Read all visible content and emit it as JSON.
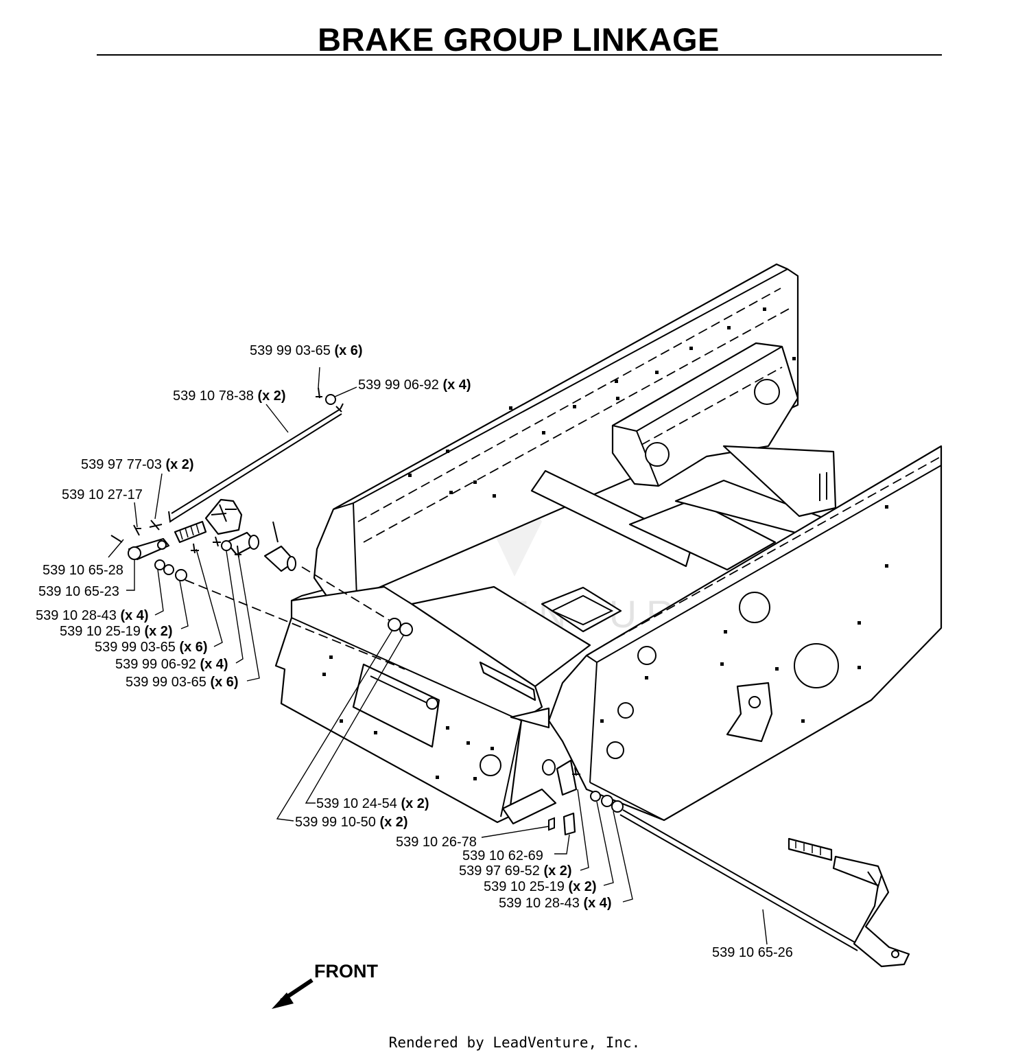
{
  "title": "BRAKE GROUP LINKAGE",
  "watermark": "LEADVENTURE",
  "front_label": "FRONT",
  "footer": "Rendered by LeadVenture, Inc.",
  "icons": {
    "front_arrow": "arrow-down-left-icon",
    "watermark_logo": "leadventure-logo-icon"
  },
  "callouts": [
    {
      "part": "539 99 03-65",
      "qty": "(x 6)"
    },
    {
      "part": "539 99 06-92",
      "qty": "(x 4)"
    },
    {
      "part": "539 10 78-38",
      "qty": "(x 2)"
    },
    {
      "part": "539 97 77-03",
      "qty": "(x 2)"
    },
    {
      "part": "539 10 27-17",
      "qty": ""
    },
    {
      "part": "539 10 65-28",
      "qty": ""
    },
    {
      "part": "539 10 65-23",
      "qty": ""
    },
    {
      "part": "539 10 28-43",
      "qty": "(x 4)"
    },
    {
      "part": "539 10 25-19",
      "qty": "(x 2)"
    },
    {
      "part": "539 99 03-65",
      "qty": "(x 6)"
    },
    {
      "part": "539 99 06-92",
      "qty": "(x 4)"
    },
    {
      "part": "539 99 03-65",
      "qty": "(x 6)"
    },
    {
      "part": "539 10 24-54",
      "qty": "(x 2)"
    },
    {
      "part": "539 99 10-50",
      "qty": "(x 2)"
    },
    {
      "part": "539 10 26-78",
      "qty": ""
    },
    {
      "part": "539 10 62-69",
      "qty": ""
    },
    {
      "part": "539 97 69-52",
      "qty": "(x 2)"
    },
    {
      "part": "539 10 25-19",
      "qty": "(x 2)"
    },
    {
      "part": "539 10 28-43",
      "qty": "(x 4)"
    },
    {
      "part": "539 10 65-26",
      "qty": ""
    }
  ]
}
